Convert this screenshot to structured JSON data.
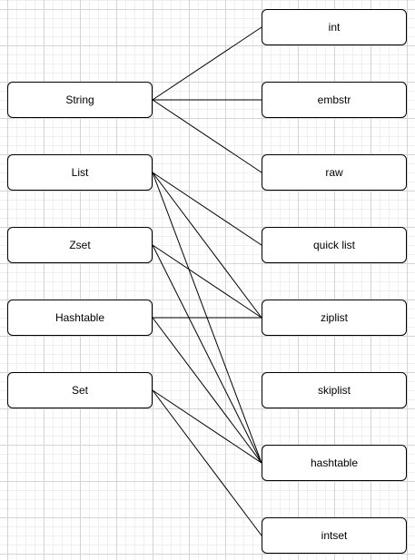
{
  "diagram": {
    "line_color": "#000000",
    "sources": [
      {
        "id": "string",
        "label": "String"
      },
      {
        "id": "list",
        "label": "List"
      },
      {
        "id": "zset",
        "label": "Zset"
      },
      {
        "id": "hashtable_type",
        "label": "Hashtable"
      },
      {
        "id": "set",
        "label": "Set"
      }
    ],
    "targets": [
      {
        "id": "int",
        "label": "int"
      },
      {
        "id": "embstr",
        "label": "embstr"
      },
      {
        "id": "raw",
        "label": "raw"
      },
      {
        "id": "quicklist",
        "label": "quick list"
      },
      {
        "id": "ziplist",
        "label": "ziplist"
      },
      {
        "id": "skiplist",
        "label": "skiplist"
      },
      {
        "id": "hashtable_enc",
        "label": "hashtable"
      },
      {
        "id": "intset",
        "label": "intset"
      }
    ],
    "edges": [
      [
        "string",
        "int"
      ],
      [
        "string",
        "embstr"
      ],
      [
        "string",
        "raw"
      ],
      [
        "list",
        "quicklist"
      ],
      [
        "list",
        "ziplist"
      ],
      [
        "list",
        "hashtable_enc"
      ],
      [
        "zset",
        "ziplist"
      ],
      [
        "zset",
        "hashtable_enc"
      ],
      [
        "hashtable_type",
        "ziplist"
      ],
      [
        "hashtable_type",
        "hashtable_enc"
      ],
      [
        "set",
        "hashtable_enc"
      ],
      [
        "set",
        "intset"
      ]
    ]
  }
}
